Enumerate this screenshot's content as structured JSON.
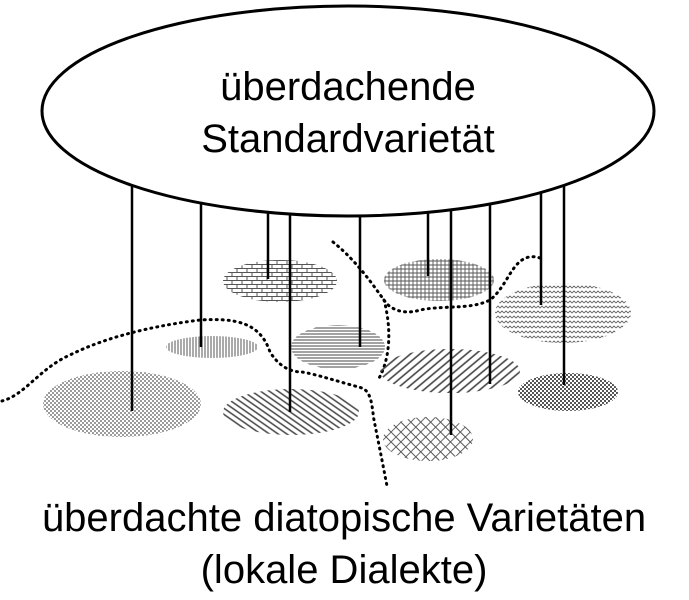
{
  "top_node": {
    "line1": "überdachende",
    "line2": "Standardvarietät"
  },
  "bottom_caption": {
    "line1": "überdachte diatopische Varietäten",
    "line2": "(lokale Dialekte)"
  },
  "colors": {
    "ink": "#000000",
    "pattern": "#555555",
    "background": "#ffffff"
  }
}
